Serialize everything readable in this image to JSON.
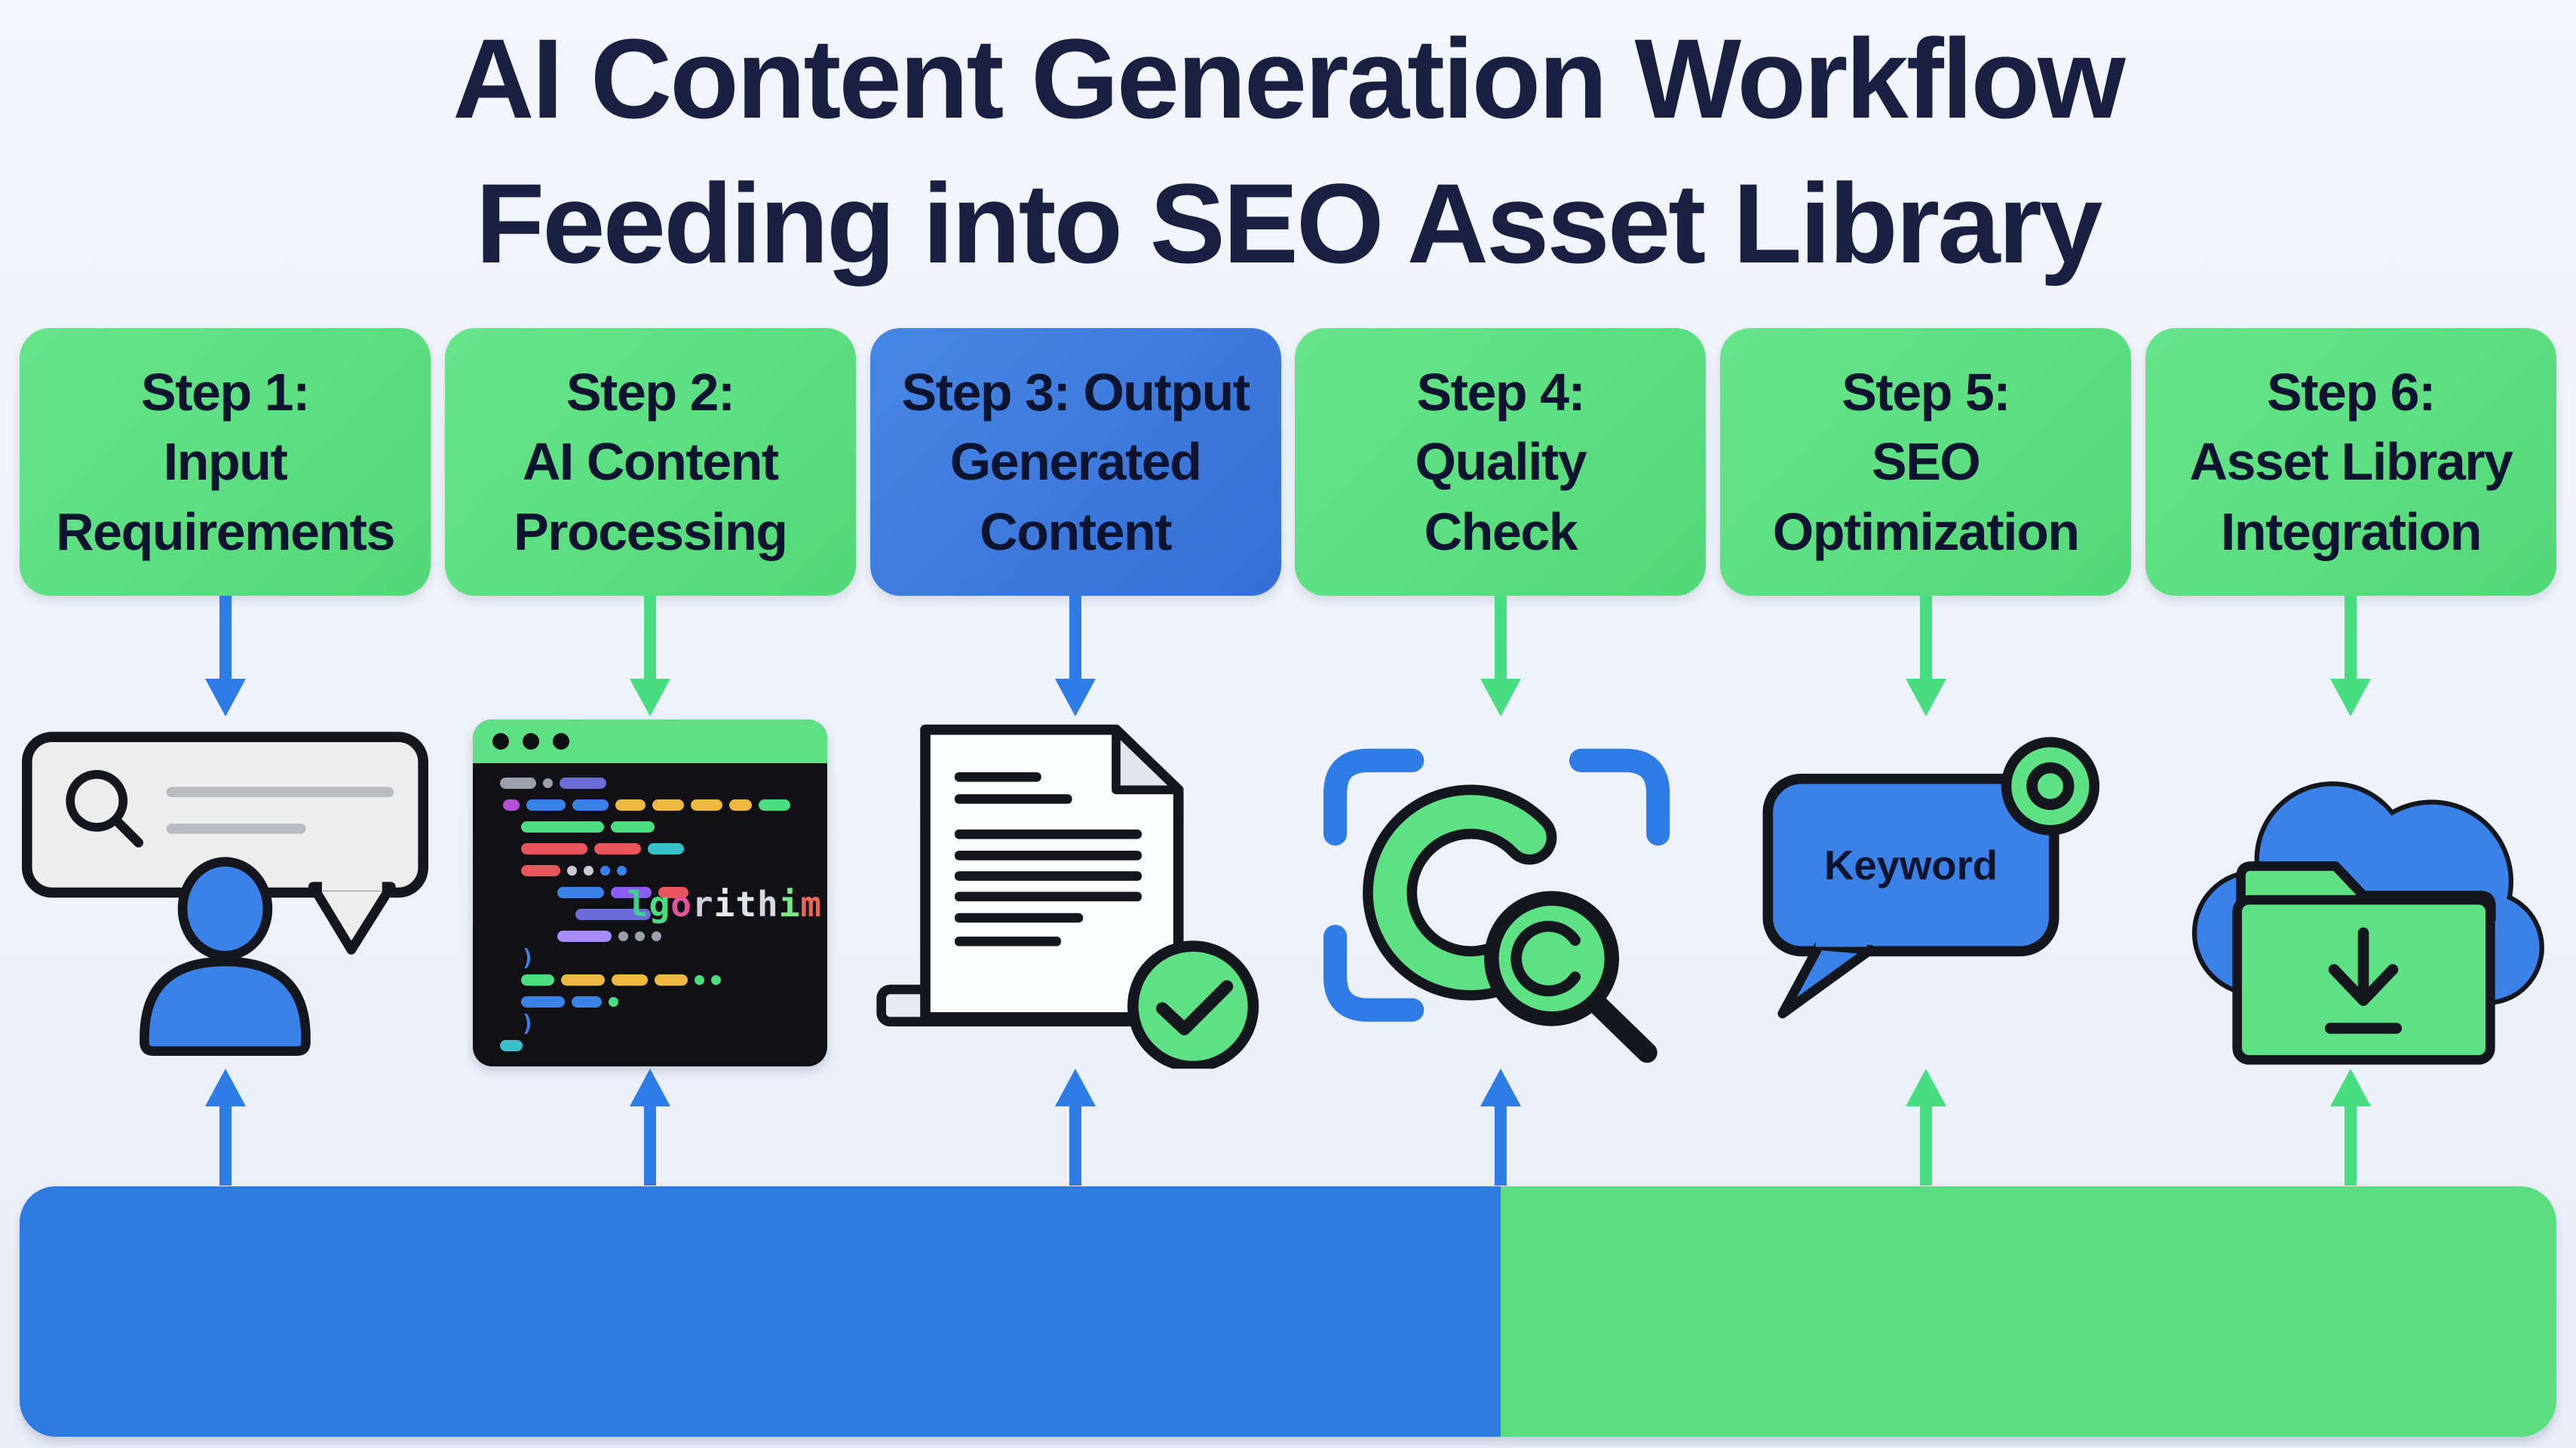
{
  "title": {
    "line1": "AI Content Generation Workflow",
    "line2": "Feeding into SEO Asset Library"
  },
  "steps": [
    {
      "lines": [
        "Step 1:",
        "Input",
        "Requirements"
      ],
      "color": "green"
    },
    {
      "lines": [
        "Step 2:",
        "AI Content",
        "Processing"
      ],
      "color": "green"
    },
    {
      "lines": [
        "Step 3: Output",
        "Generated",
        "Content"
      ],
      "color": "blue"
    },
    {
      "lines": [
        "Step 4:",
        "Quality",
        "Check"
      ],
      "color": "green"
    },
    {
      "lines": [
        "Step 5:",
        "SEO",
        "Optimization"
      ],
      "color": "green"
    },
    {
      "lines": [
        "Step 6:",
        "Asset Library",
        "Integration"
      ],
      "color": "green"
    }
  ],
  "arrows": {
    "down": [
      "blue",
      "green",
      "blue",
      "green",
      "green",
      "green"
    ],
    "up": [
      "blue",
      "blue",
      "blue",
      "blue",
      "green",
      "green"
    ]
  },
  "icons": [
    "user-search-input-bubble",
    "code-editor-window",
    "generated-document-check",
    "quality-scan-magnifier",
    "keyword-speech-bubble",
    "cloud-folder-download"
  ],
  "keyword_label": "Keyword",
  "code_editor": {
    "titlebar_dots": 3,
    "algorithm_text": [
      {
        "ch": "l",
        "c": "#3ecf8e"
      },
      {
        "ch": "g",
        "c": "#4ade80"
      },
      {
        "ch": "o",
        "c": "#e0559a"
      },
      {
        "ch": "r",
        "c": "#cdd2da"
      },
      {
        "ch": "i",
        "c": "#e8ebf0"
      },
      {
        "ch": "t",
        "c": "#dfe3e9"
      },
      {
        "ch": "h",
        "c": "#d5dae1"
      },
      {
        "ch": "i",
        "c": "#7ee787"
      },
      {
        "ch": "m",
        "c": "#e8655a"
      }
    ],
    "rows": [
      {
        "ind": 20,
        "segs": [
          {
            "t": "pill",
            "w": 48,
            "c": "#9aa0ac"
          },
          {
            "t": "dot",
            "c": "#9aa0ac"
          },
          {
            "t": "pill",
            "w": 62,
            "c": "#6c6cd9"
          }
        ]
      },
      {
        "ind": 24,
        "segs": [
          {
            "t": "pill",
            "w": 22,
            "c": "#b44fd8"
          },
          {
            "t": "pill",
            "w": 52,
            "c": "#3b82e8"
          },
          {
            "t": "pill",
            "w": 48,
            "c": "#3b82e8"
          },
          {
            "t": "pill",
            "w": 40,
            "c": "#ecb83f"
          },
          {
            "t": "pill",
            "w": 42,
            "c": "#ecb83f"
          },
          {
            "t": "pill",
            "w": 42,
            "c": "#ecb83f"
          },
          {
            "t": "pill",
            "w": 30,
            "c": "#ecb83f"
          },
          {
            "t": "pill",
            "w": 42,
            "c": "#4ade80"
          }
        ]
      },
      {
        "ind": 48,
        "segs": [
          {
            "t": "pill",
            "w": 110,
            "c": "#4ade80"
          },
          {
            "t": "pill",
            "w": 58,
            "c": "#4ade80"
          }
        ]
      },
      {
        "ind": 48,
        "segs": [
          {
            "t": "pill",
            "w": 88,
            "c": "#e8555d"
          },
          {
            "t": "pill",
            "w": 62,
            "c": "#e8555d"
          },
          {
            "t": "pill",
            "w": 48,
            "c": "#3ac0cb"
          }
        ]
      },
      {
        "ind": 48,
        "segs": [
          {
            "t": "pill",
            "w": 52,
            "c": "#e8555d"
          },
          {
            "t": "dot",
            "c": "#c6cad2"
          },
          {
            "t": "dot",
            "c": "#c6cad2"
          },
          {
            "t": "dot",
            "c": "#3b82e8"
          },
          {
            "t": "dot",
            "c": "#3b82e8"
          }
        ]
      },
      {
        "ind": 96,
        "segs": [
          {
            "t": "pill",
            "w": 62,
            "c": "#3b82e8"
          },
          {
            "t": "pill",
            "w": 54,
            "c": "#8b5cf6"
          },
          {
            "t": "pill",
            "w": 40,
            "c": "#e8555d"
          }
        ]
      },
      {
        "ind": 120,
        "segs": [
          {
            "t": "pill",
            "w": 100,
            "c": "#6c6cd9"
          }
        ]
      },
      {
        "ind": 96,
        "segs": [
          {
            "t": "pill",
            "w": 72,
            "c": "#a78bfa"
          },
          {
            "t": "dot",
            "c": "#9aa0ac"
          },
          {
            "t": "dot",
            "c": "#9aa0ac"
          },
          {
            "t": "dot",
            "c": "#9aa0ac"
          }
        ]
      },
      {
        "ind": 48,
        "segs": [
          {
            "t": "brace",
            "c": "#3b82e8"
          }
        ]
      },
      {
        "ind": 48,
        "segs": [
          {
            "t": "pill",
            "w": 44,
            "c": "#4ade80"
          },
          {
            "t": "pill",
            "w": 58,
            "c": "#ecb83f"
          },
          {
            "t": "pill",
            "w": 48,
            "c": "#ecb83f"
          },
          {
            "t": "pill",
            "w": 44,
            "c": "#ecb83f"
          },
          {
            "t": "dot",
            "c": "#4ade80"
          },
          {
            "t": "dot",
            "c": "#4ade80"
          }
        ]
      },
      {
        "ind": 48,
        "segs": [
          {
            "t": "pill",
            "w": 58,
            "c": "#3b82e8"
          },
          {
            "t": "pill",
            "w": 40,
            "c": "#3b82e8"
          },
          {
            "t": "dot",
            "c": "#4ade80"
          }
        ]
      },
      {
        "ind": 48,
        "segs": [
          {
            "t": "brace",
            "c": "#3b82e8"
          }
        ]
      },
      {
        "ind": 20,
        "segs": [
          {
            "t": "pill",
            "w": 30,
            "c": "#3ac0cb"
          }
        ]
      }
    ]
  },
  "colors": {
    "bg-top": "#f3f6fc",
    "bg-bottom": "#e9eef9",
    "title-navy": "#1a2042",
    "text-dark": "#0d1430",
    "arrow-blue": "#2e7ce5",
    "arrow-green": "#49dd82",
    "bar-blue": "#2e7be0",
    "bar-green": "#5cdd80",
    "icon-blue": "#3b82e8",
    "icon-green": "#5ee084",
    "outline": "#15171e",
    "bubble-gray": "#ededee",
    "line-gray": "#b9bcc2",
    "editor-bg": "#111115",
    "page-white": "#fcfdfe",
    "fold-gray": "#e2e6ec",
    "base-gray": "#e8eaf0"
  }
}
